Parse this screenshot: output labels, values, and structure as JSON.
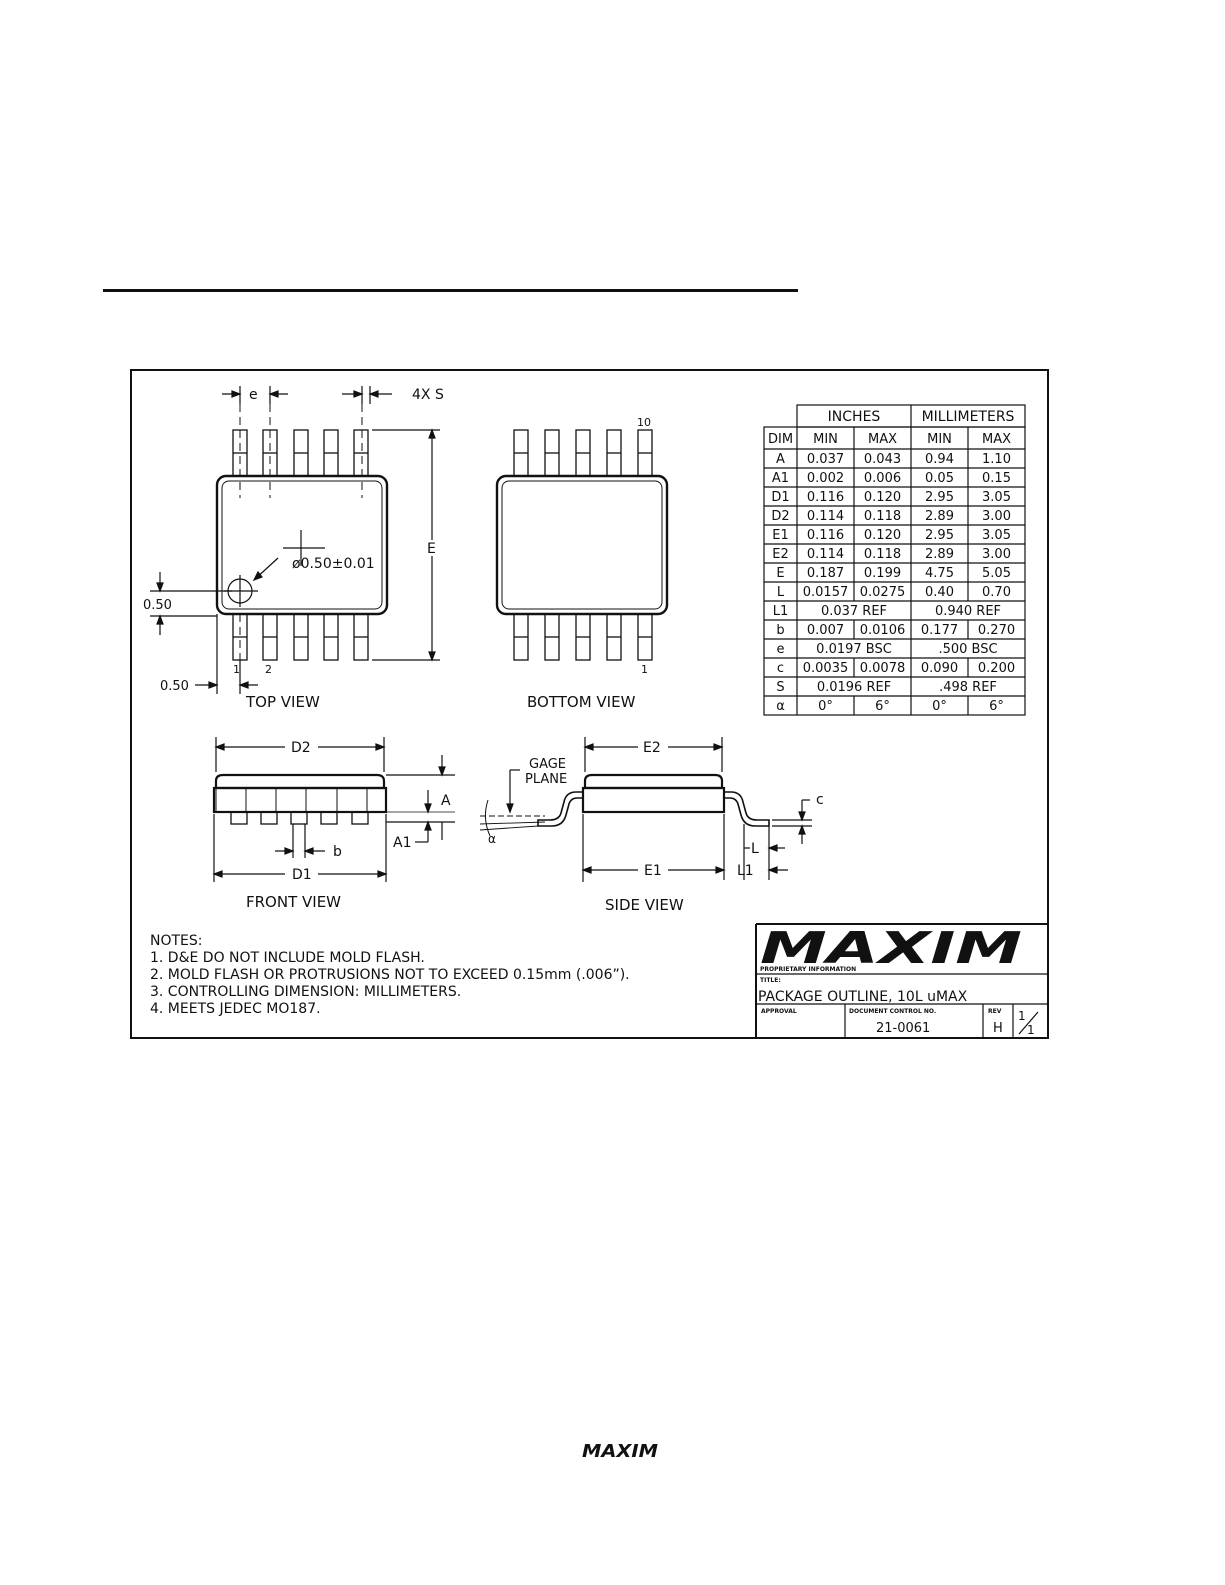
{
  "drawing": {
    "dim_labels": {
      "e": "e",
      "four_x_s": "4X S",
      "E": "E",
      "hole": "ø0.50±0.01",
      "offset_y": "0.50",
      "offset_x": "0.50",
      "D2": "D2",
      "D1": "D1",
      "A": "A",
      "A1": "A1",
      "b": "b",
      "E2": "E2",
      "E1": "E1",
      "gage": "GAGE",
      "plane": "PLANE",
      "c": "c",
      "L": "L",
      "L1": "L1",
      "alpha": "α"
    },
    "pin_labels": {
      "pin1": "1",
      "pin2": "2",
      "pin10": "10",
      "pin1_bottom": "1"
    },
    "views": {
      "top": "TOP VIEW",
      "bottom": "BOTTOM VIEW",
      "front": "FRONT VIEW",
      "side": "SIDE VIEW"
    }
  },
  "dim_table": {
    "group_headers": [
      "INCHES",
      "MILLIMETERS"
    ],
    "headers": [
      "DIM",
      "MIN",
      "MAX",
      "MIN",
      "MAX"
    ],
    "rows": [
      {
        "dim": "A",
        "in_min": "0.037",
        "in_max": "0.043",
        "mm_min": "0.94",
        "mm_max": "1.10"
      },
      {
        "dim": "A1",
        "in_min": "0.002",
        "in_max": "0.006",
        "mm_min": "0.05",
        "mm_max": "0.15"
      },
      {
        "dim": "D1",
        "in_min": "0.116",
        "in_max": "0.120",
        "mm_min": "2.95",
        "mm_max": "3.05"
      },
      {
        "dim": "D2",
        "in_min": "0.114",
        "in_max": "0.118",
        "mm_min": "2.89",
        "mm_max": "3.00"
      },
      {
        "dim": "E1",
        "in_min": "0.116",
        "in_max": "0.120",
        "mm_min": "2.95",
        "mm_max": "3.05"
      },
      {
        "dim": "E2",
        "in_min": "0.114",
        "in_max": "0.118",
        "mm_min": "2.89",
        "mm_max": "3.00"
      },
      {
        "dim": "E",
        "in_min": "0.187",
        "in_max": "0.199",
        "mm_min": "4.75",
        "mm_max": "5.05"
      },
      {
        "dim": "L",
        "in_min": "0.0157",
        "in_max": "0.0275",
        "mm_min": "0.40",
        "mm_max": "0.70"
      },
      {
        "dim": "L1",
        "in_span": "0.037  REF",
        "mm_span": "0.940  REF"
      },
      {
        "dim": "b",
        "in_min": "0.007",
        "in_max": "0.0106",
        "mm_min": "0.177",
        "mm_max": "0.270"
      },
      {
        "dim": "e",
        "in_span": "0.0197  BSC",
        "mm_span": ".500  BSC"
      },
      {
        "dim": "c",
        "in_min": "0.0035",
        "in_max": "0.0078",
        "mm_min": "0.090",
        "mm_max": "0.200"
      },
      {
        "dim": "S",
        "in_span": "0.0196  REF",
        "mm_span": ".498  REF"
      },
      {
        "dim": "α",
        "in_min": "0°",
        "in_max": "6°",
        "mm_min": "0°",
        "mm_max": "6°"
      }
    ]
  },
  "notes": {
    "title": "NOTES:",
    "items": [
      "1. D&E DO NOT INCLUDE MOLD FLASH.",
      "2. MOLD FLASH OR PROTRUSIONS NOT TO EXCEED 0.15mm (.006”).",
      "3. CONTROLLING DIMENSION:   MILLIMETERS.",
      "4. MEETS JEDEC MO187."
    ]
  },
  "title_block": {
    "logo": "MAXIM",
    "proprietary": "PROPRIETARY INFORMATION",
    "title_label": "TITLE:",
    "title": "PACKAGE OUTLINE, 10L uMAX",
    "approval_label": "APPROVAL",
    "doc_control_label": "DOCUMENT CONTROL NO.",
    "doc_number": "21-0061",
    "rev_label": "REV",
    "rev": "H",
    "sheet_num": "1",
    "sheet_den": "1"
  },
  "footer": {
    "logo": "MAXIM"
  }
}
